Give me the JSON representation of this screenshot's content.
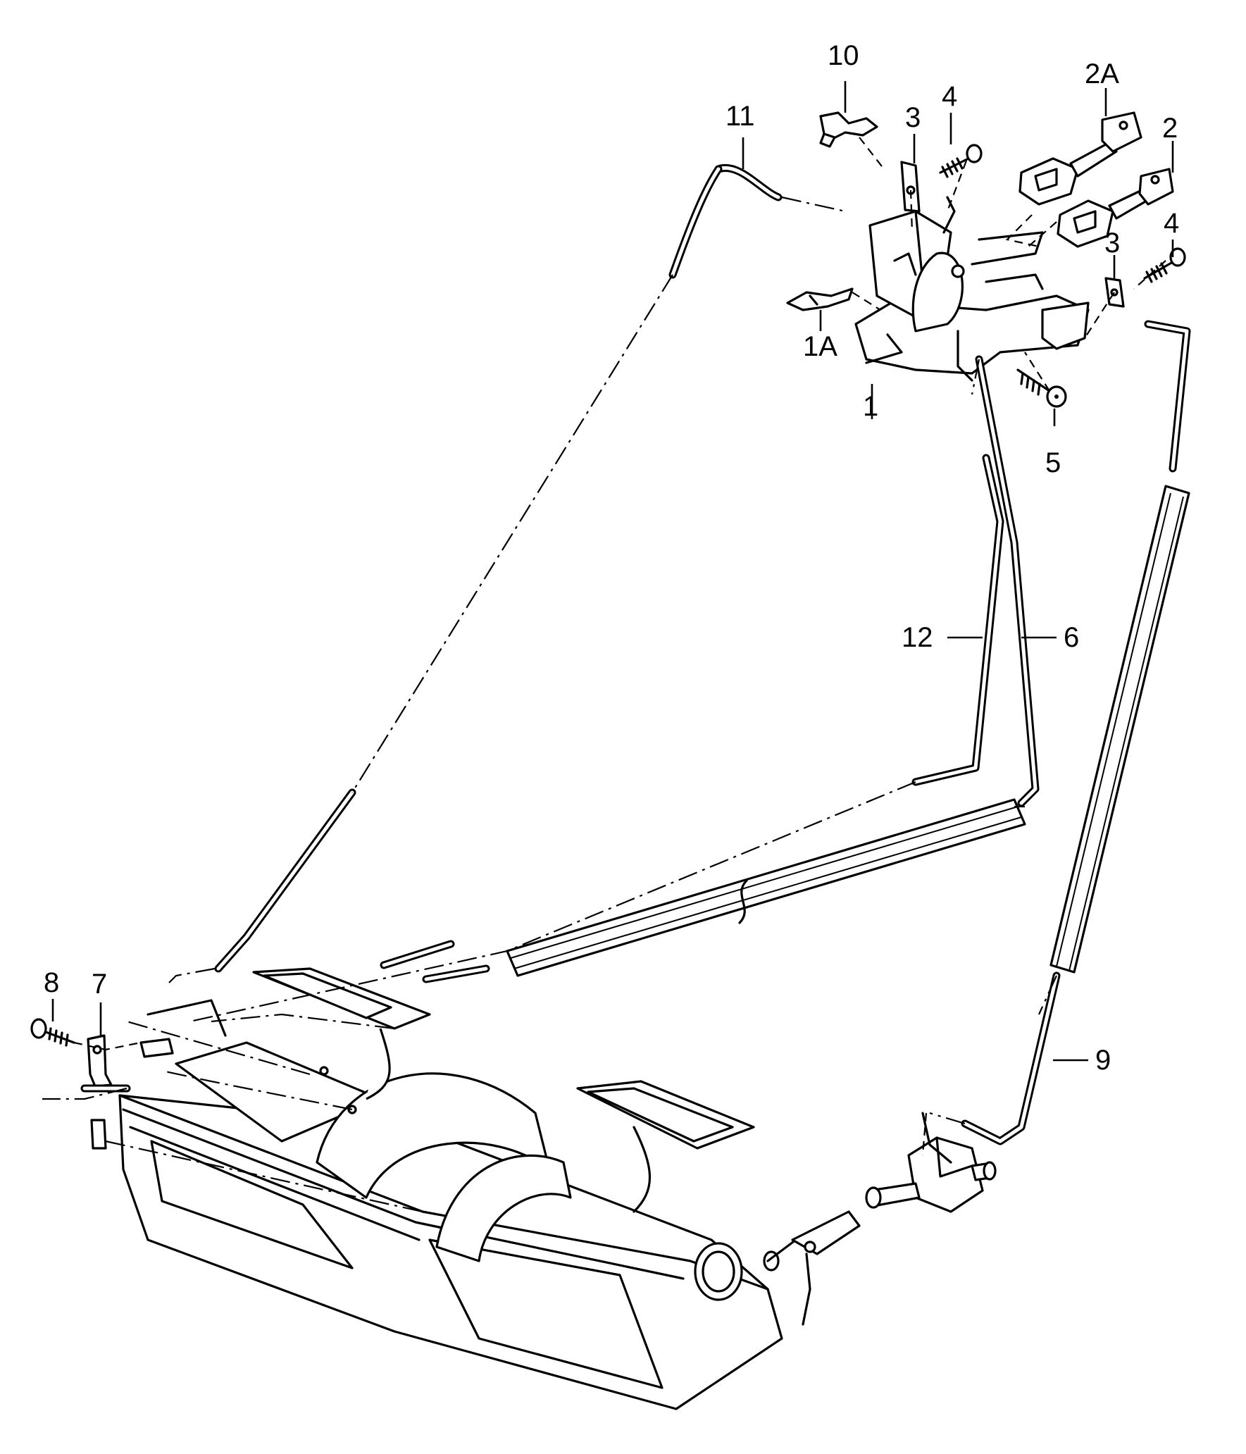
{
  "callouts": {
    "c1": "1",
    "c1a": "1A",
    "c2": "2",
    "c2a": "2A",
    "c3a": "3",
    "c3b": "3",
    "c4a": "4",
    "c4b": "4",
    "c5": "5",
    "c6": "6",
    "c7": "7",
    "c8": "8",
    "c9": "9",
    "c10": "10",
    "c11": "11",
    "c12": "12"
  }
}
